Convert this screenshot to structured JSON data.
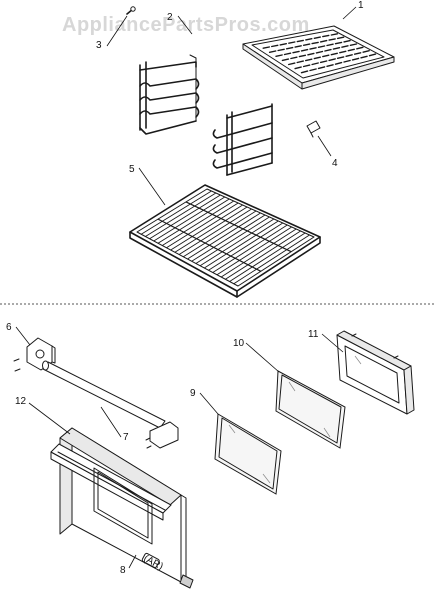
{
  "watermark": "AppliancePartsPros.com",
  "callouts": [
    {
      "id": "1",
      "label": "1"
    },
    {
      "id": "2",
      "label": "2"
    },
    {
      "id": "3",
      "label": "3"
    },
    {
      "id": "4",
      "label": "4"
    },
    {
      "id": "5",
      "label": "5"
    },
    {
      "id": "6",
      "label": "6"
    },
    {
      "id": "7",
      "label": "7"
    },
    {
      "id": "8",
      "label": "8"
    },
    {
      "id": "9",
      "label": "9"
    },
    {
      "id": "10",
      "label": "10"
    },
    {
      "id": "11",
      "label": "11"
    },
    {
      "id": "12",
      "label": "12"
    }
  ],
  "door_badge": "(AR)"
}
